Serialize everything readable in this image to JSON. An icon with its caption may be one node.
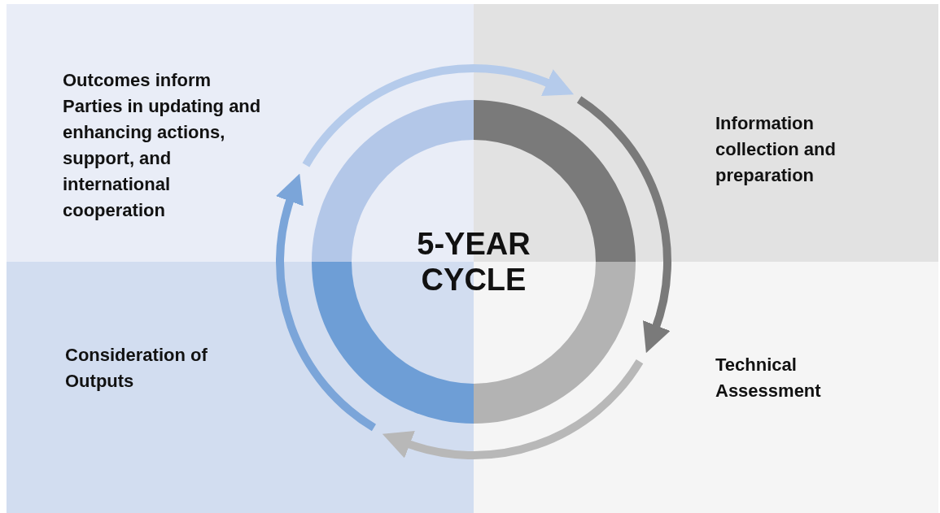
{
  "diagram": {
    "nodes": [
      {
        "text": [
          "Outcomes inform Parties in updating and enhancing actions, support, and international cooperation"
        ]
      },
      {
        "text": [
          "Information collection and preparation"
        ]
      },
      {
        "text": [
          "Technical Assessment"
        ]
      },
      {
        "text": [
          "Consideration of Outputs"
        ]
      },
      {
        "text": [
          "5-YEAR CYCLE"
        ]
      }
    ],
    "edges": [
      {
        "from": 0,
        "to": 1,
        "arrow": "to",
        "color": "#b5cbeb"
      },
      {
        "from": 1,
        "to": 2,
        "arrow": "to",
        "color": "#7a7a7a"
      },
      {
        "from": 2,
        "to": 3,
        "arrow": "to",
        "color": "#b8b8b8"
      },
      {
        "from": 3,
        "to": 0,
        "arrow": "to",
        "color": "#7ba5d9"
      }
    ]
  }
}
